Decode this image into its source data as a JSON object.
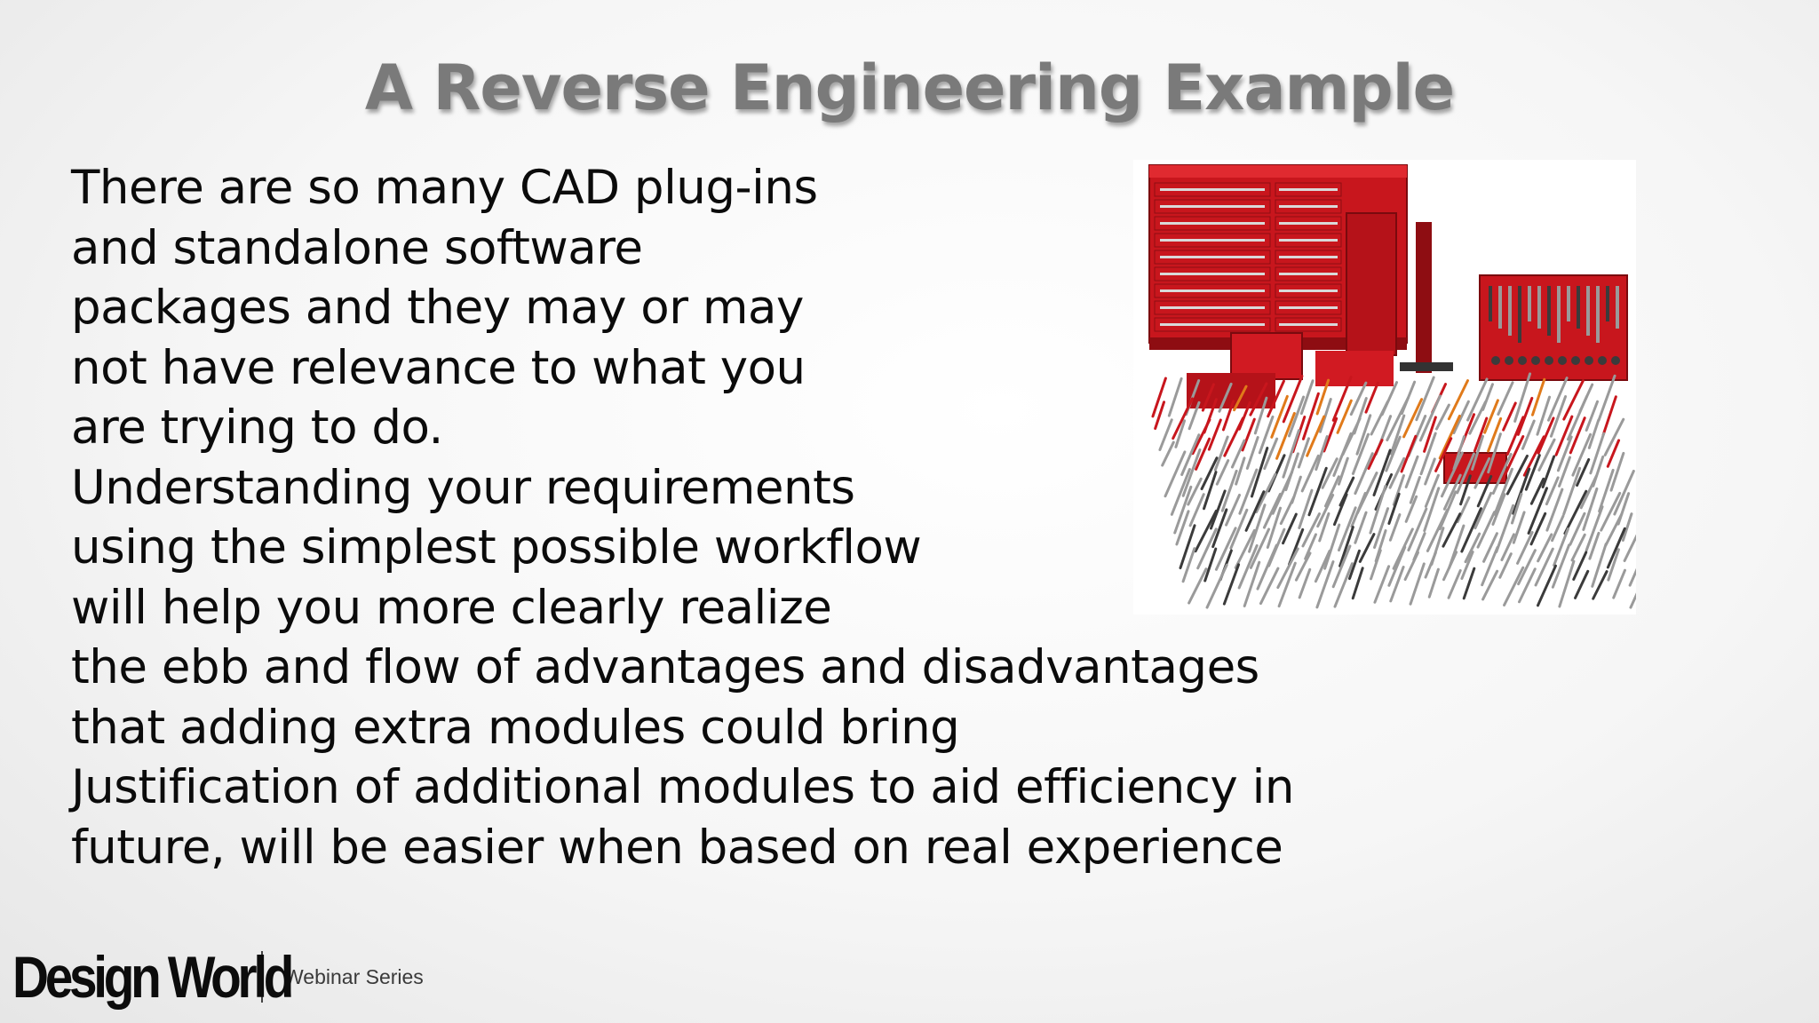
{
  "slide": {
    "title": "A Reverse Engineering Example",
    "body_lines": [
      "There are so many CAD plug-ins",
      "and standalone software",
      "packages and they may or may",
      "not have relevance to what you",
      "are trying to do.",
      "Understanding your requirements",
      "using the simplest possible workflow",
      "will help you more clearly realize",
      "the ebb and flow of advantages and disadvantages",
      "that adding extra modules could bring",
      "Justification of additional modules to aid efficiency in",
      "future, will be easier when based on real experience"
    ],
    "image": {
      "subject": "red-tool-chest-and-tool-set",
      "colors": {
        "chest": "#c8161d",
        "chest_dark": "#8e0d12",
        "tool_steel": "#9a9a9a",
        "tool_dark": "#3b3b3b"
      }
    }
  },
  "footer": {
    "brand": "Design World",
    "series": "Webinar Series"
  },
  "colors": {
    "title": "#7a7a7a",
    "body_text": "#0b0b0b",
    "background": "#f6f6f6"
  }
}
